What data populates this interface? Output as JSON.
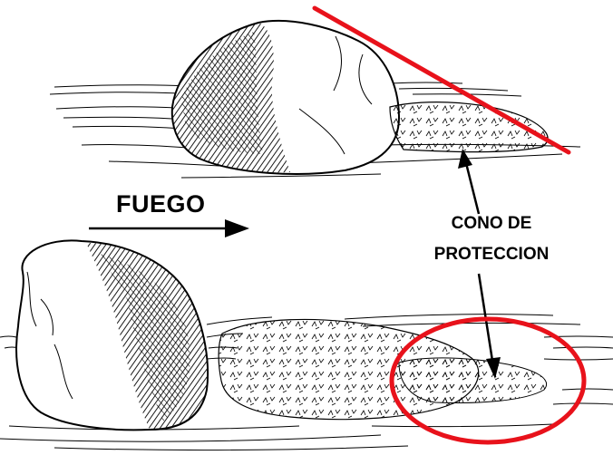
{
  "labels": {
    "fire": "FUEGO",
    "cone_line1": "CONO DE",
    "cone_line2": "PROTECCION"
  },
  "colors": {
    "highlight": "#e8121b",
    "ink": "#000000",
    "background": "#ffffff"
  }
}
